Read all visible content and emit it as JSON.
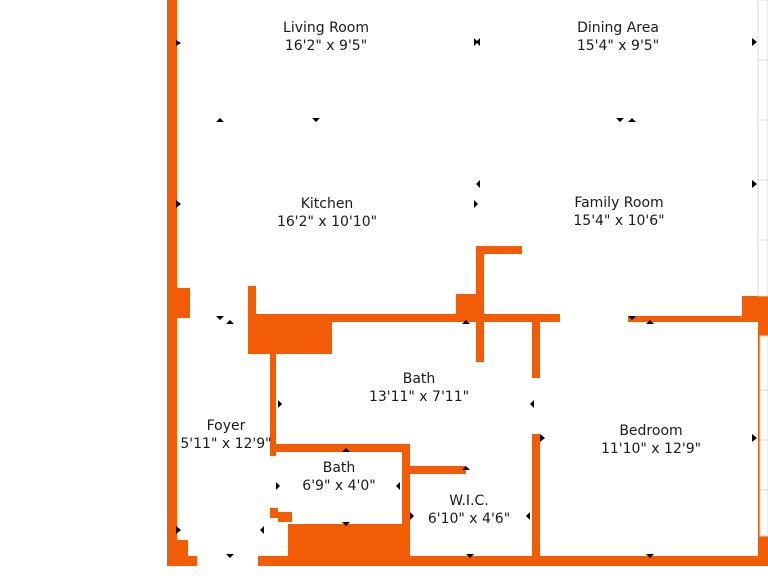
{
  "colors": {
    "wall": "#F25C05",
    "floor": "#FFFFFF",
    "window": "#D8D8D8",
    "text": "#1A1A1A",
    "marker": "#000000"
  },
  "rooms": [
    {
      "id": "living-room",
      "name": "Living Room",
      "size": "16'2\" x 9'5\""
    },
    {
      "id": "dining-area",
      "name": "Dining Area",
      "size": "15'4\" x 9'5\""
    },
    {
      "id": "kitchen",
      "name": "Kitchen",
      "size": "16'2\" x 10'10\""
    },
    {
      "id": "family-room",
      "name": "Family Room",
      "size": "15'4\" x 10'6\""
    },
    {
      "id": "bath-main",
      "name": "Bath",
      "size": "13'11\" x 7'11\""
    },
    {
      "id": "foyer",
      "name": "Foyer",
      "size": "5'11\" x 12'9\""
    },
    {
      "id": "bath-small",
      "name": "Bath",
      "size": "6'9\" x 4'0\""
    },
    {
      "id": "bedroom",
      "name": "Bedroom",
      "size": "11'10\" x 12'9\""
    },
    {
      "id": "wic",
      "name": "W.I.C.",
      "size": "6'10\" x 4'6\""
    }
  ]
}
